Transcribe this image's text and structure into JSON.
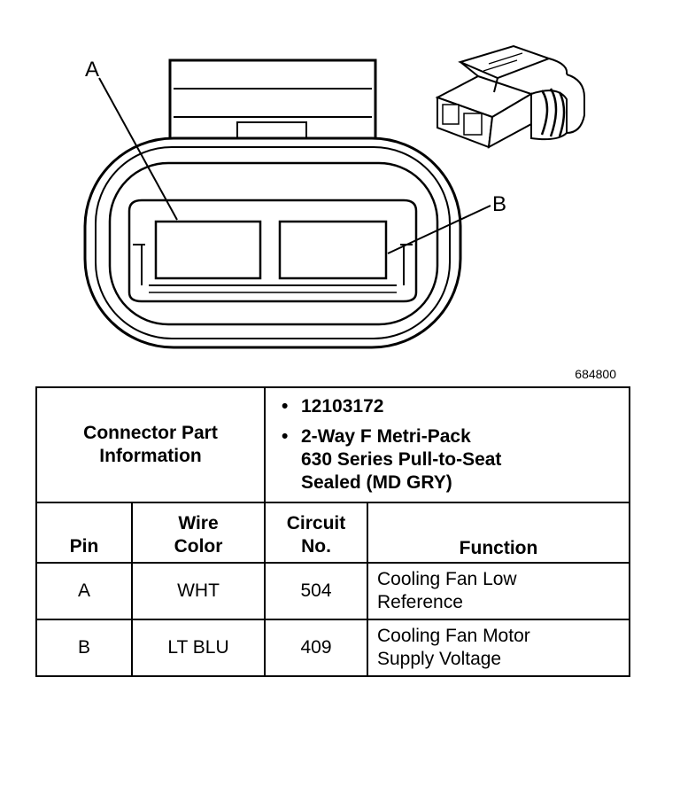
{
  "diagram": {
    "callout_a": "A",
    "callout_b": "B",
    "figure_id": "684800"
  },
  "part_info": {
    "label_lines": [
      "Connector Part",
      "Information"
    ],
    "part_number": "12103172",
    "description_lines": [
      "2-Way F Metri-Pack",
      "630 Series Pull-to-Seat",
      "Sealed (MD GRY)"
    ]
  },
  "table": {
    "headers": {
      "pin": "Pin",
      "wire_color": [
        "Wire",
        "Color"
      ],
      "circuit": [
        "Circuit",
        "No."
      ],
      "function": "Function"
    },
    "rows": [
      {
        "pin": "A",
        "wire_color": "WHT",
        "circuit": "504",
        "function": [
          "Cooling Fan Low",
          "Reference"
        ]
      },
      {
        "pin": "B",
        "wire_color": "LT BLU",
        "circuit": "409",
        "function": [
          "Cooling Fan Motor",
          "Supply Voltage"
        ]
      }
    ]
  }
}
